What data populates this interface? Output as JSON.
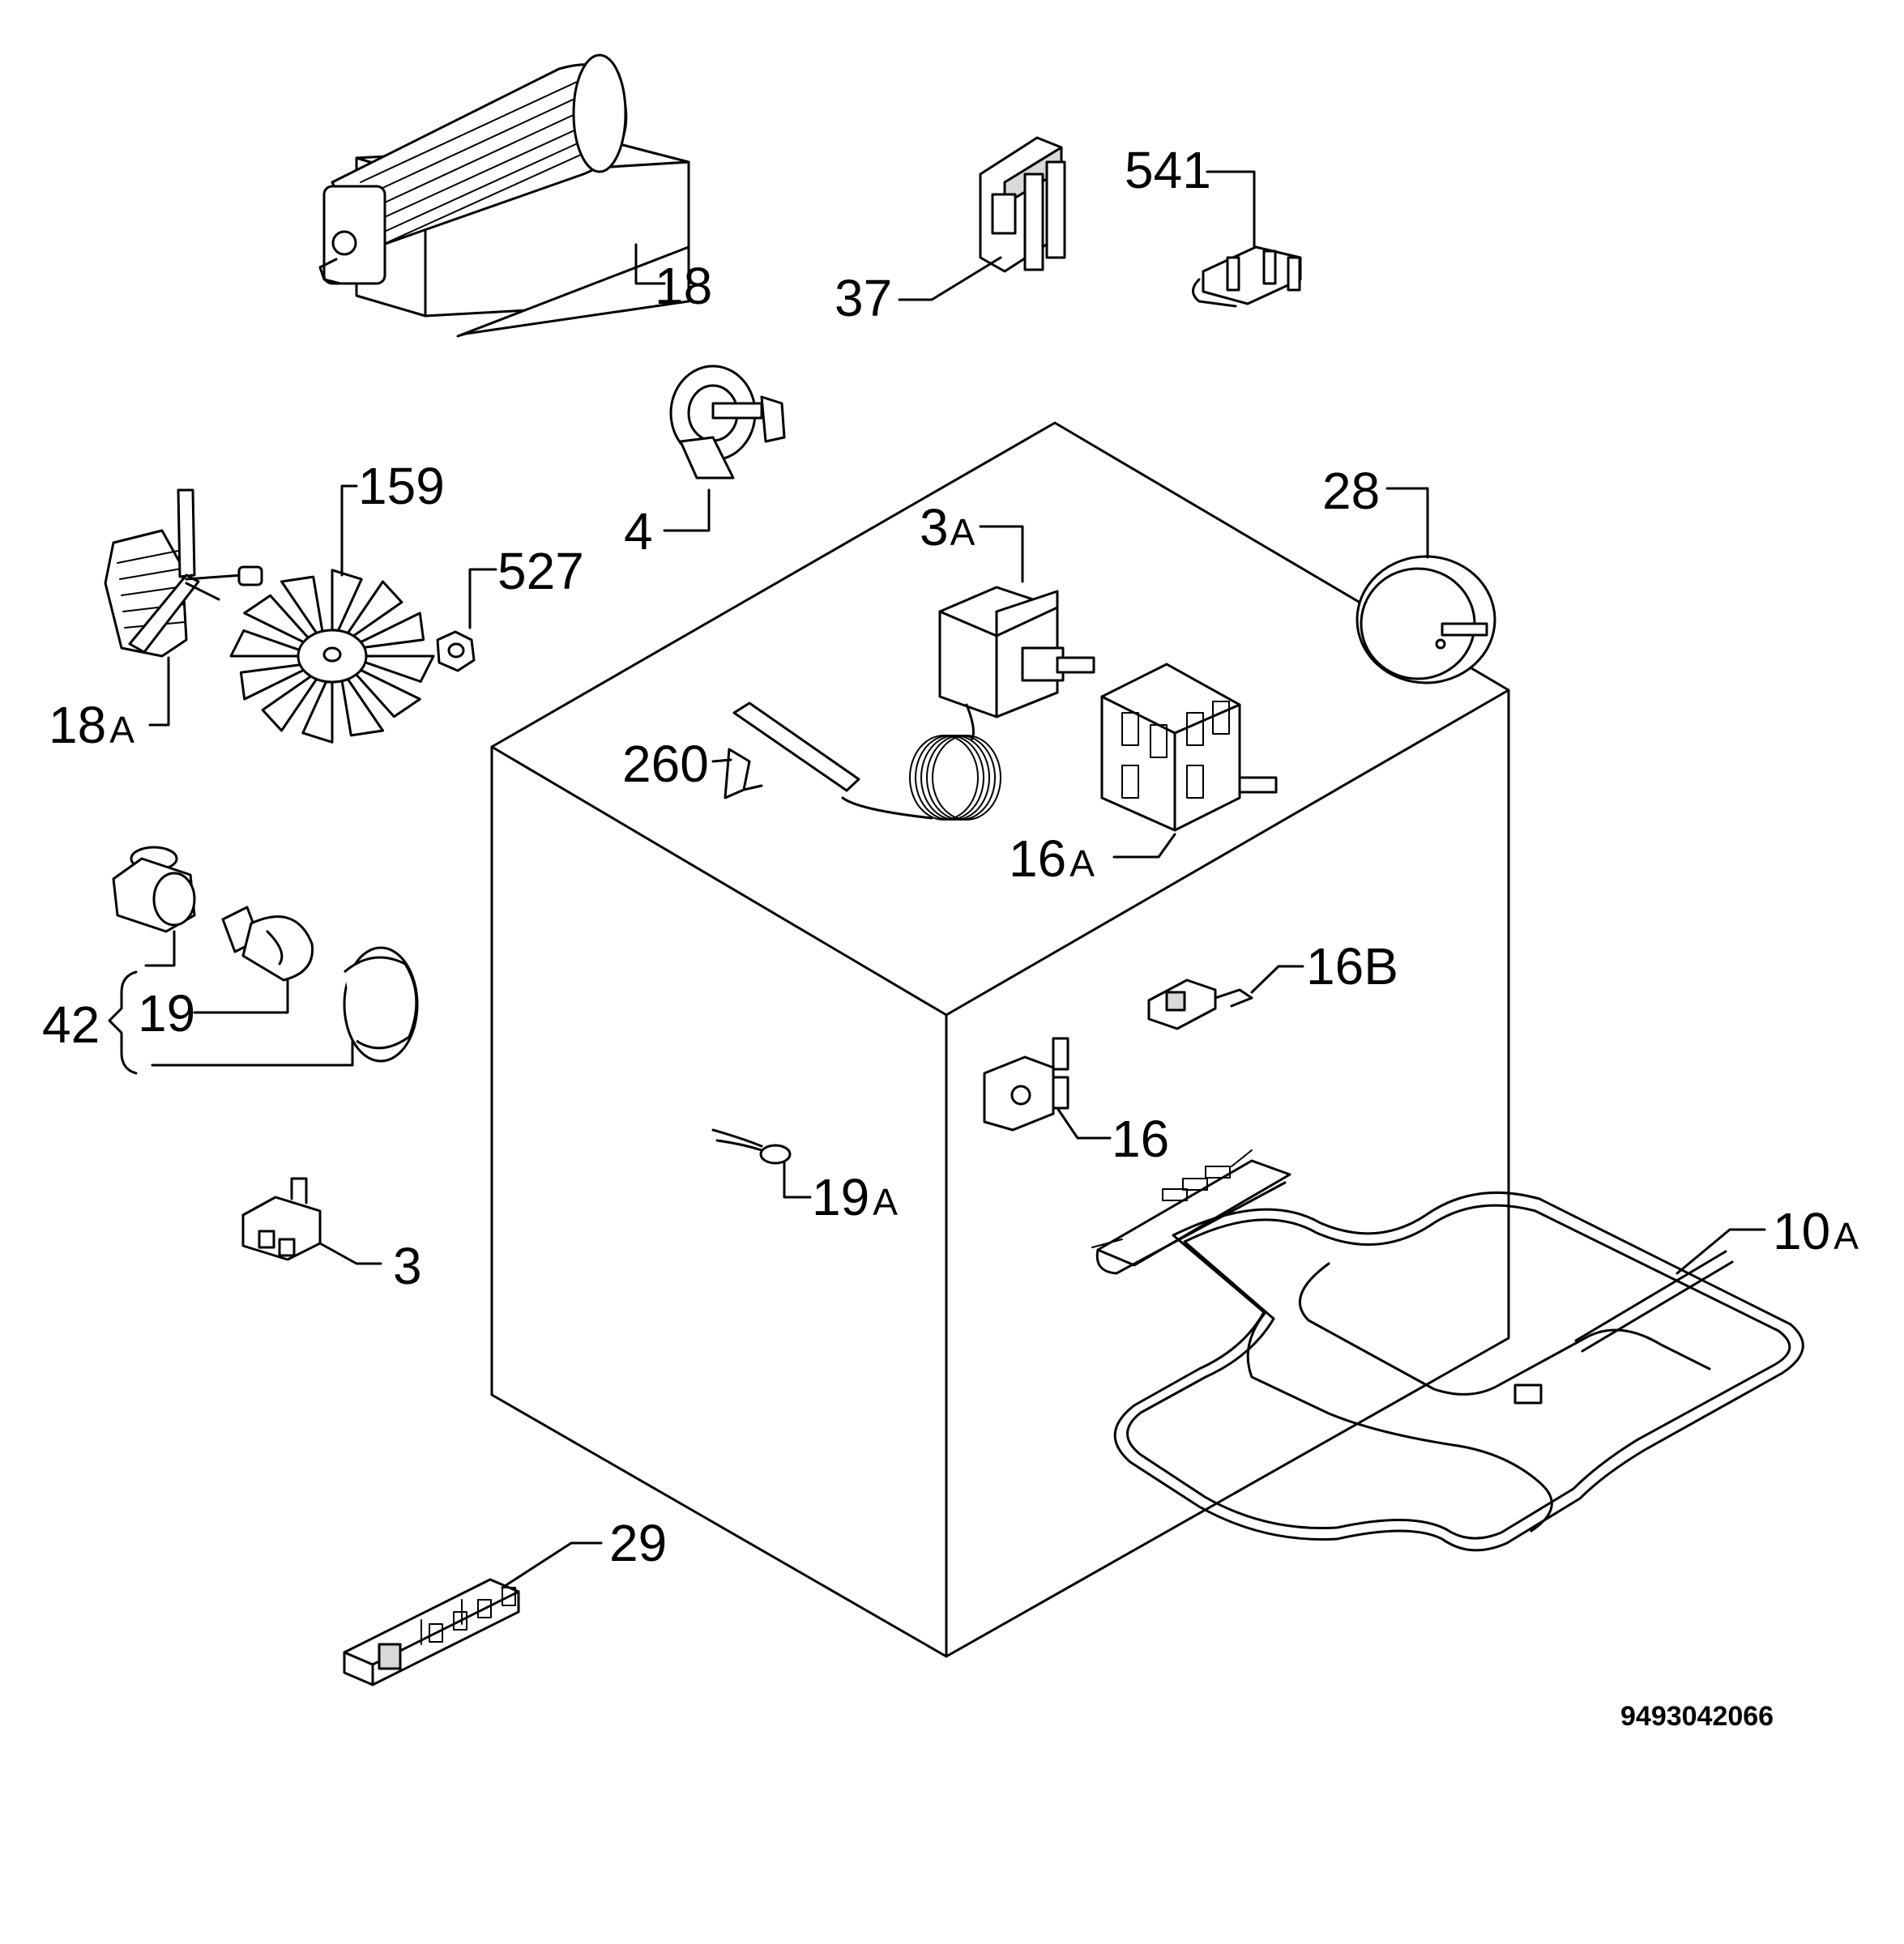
{
  "diagram": {
    "drawing_number": "9493042066",
    "callouts": [
      {
        "id": "18",
        "num": "18",
        "suffix": ""
      },
      {
        "id": "37",
        "num": "37",
        "suffix": ""
      },
      {
        "id": "541",
        "num": "541",
        "suffix": ""
      },
      {
        "id": "4",
        "num": "4",
        "suffix": ""
      },
      {
        "id": "159",
        "num": "159",
        "suffix": ""
      },
      {
        "id": "527",
        "num": "527",
        "suffix": ""
      },
      {
        "id": "18A",
        "num": "18",
        "suffix": "A"
      },
      {
        "id": "3A",
        "num": "3",
        "suffix": "A"
      },
      {
        "id": "28",
        "num": "28",
        "suffix": ""
      },
      {
        "id": "260",
        "num": "260",
        "suffix": ""
      },
      {
        "id": "16A",
        "num": "16",
        "suffix": "A"
      },
      {
        "id": "42",
        "num": "42",
        "suffix": ""
      },
      {
        "id": "19",
        "num": "19",
        "suffix": ""
      },
      {
        "id": "16B",
        "num": "16B",
        "suffix": ""
      },
      {
        "id": "16",
        "num": "16",
        "suffix": ""
      },
      {
        "id": "19A",
        "num": "19",
        "suffix": "A"
      },
      {
        "id": "3",
        "num": "3",
        "suffix": ""
      },
      {
        "id": "10A",
        "num": "10",
        "suffix": "A"
      },
      {
        "id": "29",
        "num": "29",
        "suffix": ""
      }
    ]
  }
}
